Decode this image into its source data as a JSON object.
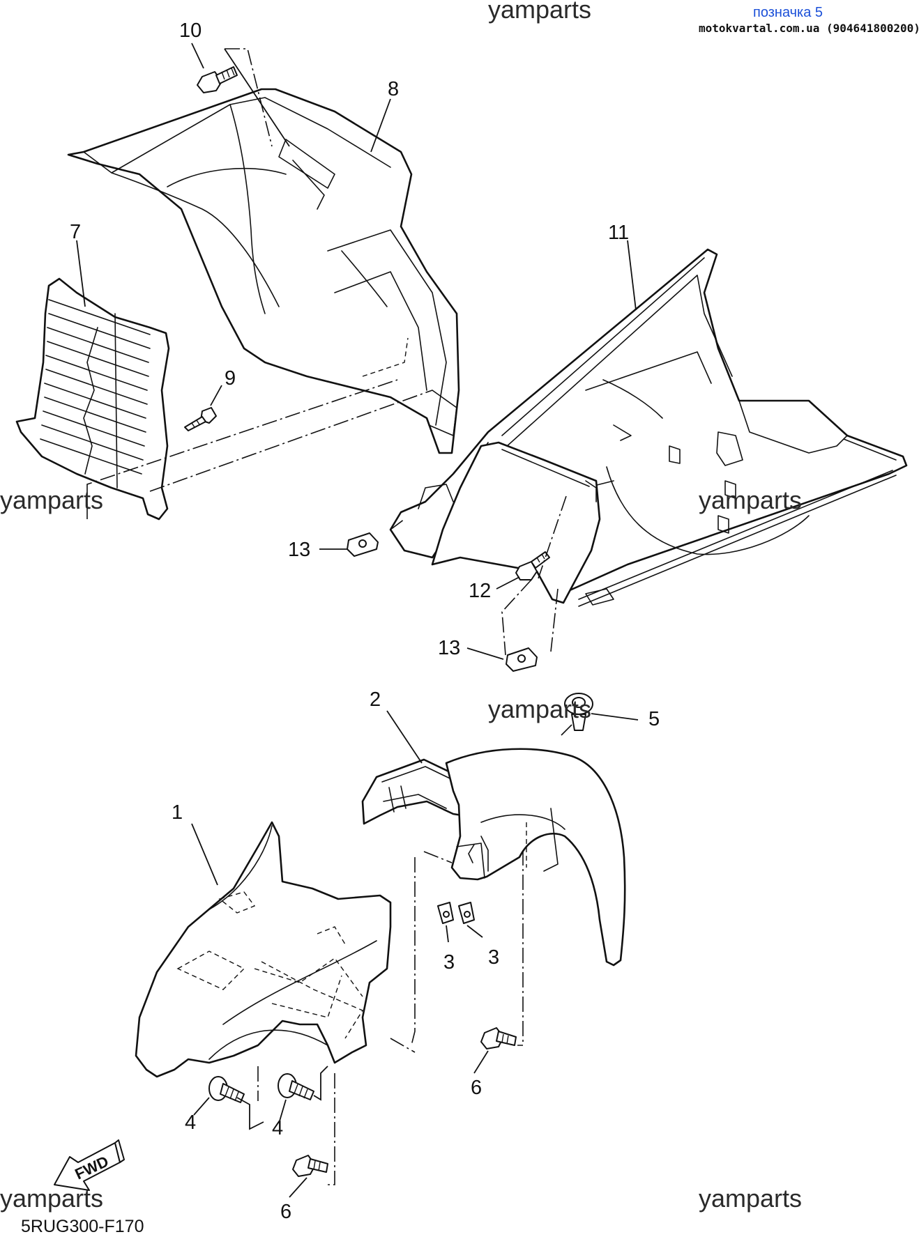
{
  "header": {
    "watermark_top": "yamparts",
    "badge": "позначка 5",
    "contact": "motokvartal.com.ua (904641800200)"
  },
  "watermarks": [
    "yamparts",
    "yamparts",
    "yamparts",
    "yamparts",
    "yamparts"
  ],
  "callouts": [
    "1",
    "2",
    "3",
    "3",
    "4",
    "4",
    "5",
    "6",
    "6",
    "7",
    "8",
    "9",
    "10",
    "11",
    "12",
    "13",
    "13"
  ],
  "direction_label": "FWD",
  "diagram_code": "5RUG300-F170"
}
